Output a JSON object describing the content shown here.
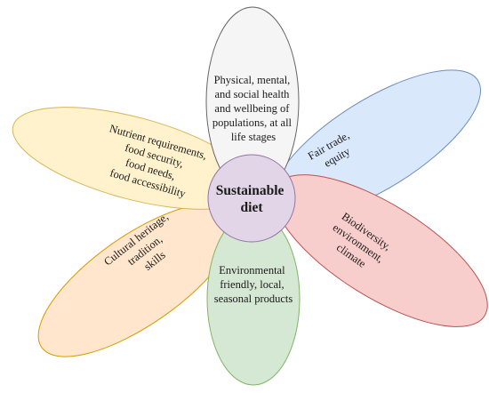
{
  "center": {
    "lines": [
      "Sustainable",
      "diet"
    ],
    "fill": "#e1d5e7",
    "stroke": "#9673a6"
  },
  "petals": [
    {
      "id": "health",
      "lines": [
        "Physical, mental,",
        "and social health",
        "and wellbeing of",
        "populations, at all",
        "life stages"
      ],
      "fill": "#f5f5f5",
      "stroke": "#666666"
    },
    {
      "id": "fair-trade",
      "lines": [
        "Fair trade,",
        "equity"
      ],
      "fill": "#dae8fc",
      "stroke": "#6c8ebf"
    },
    {
      "id": "biodiversity",
      "lines": [
        "Biodiversity,",
        "environment,",
        "climate"
      ],
      "fill": "#f8cecc",
      "stroke": "#b85450"
    },
    {
      "id": "environmental",
      "lines": [
        "Environmental",
        "friendly, local,",
        "seasonal products"
      ],
      "fill": "#d5e8d4",
      "stroke": "#82b366"
    },
    {
      "id": "cultural",
      "lines": [
        "Cultural heritage,",
        "tradition,",
        "skills"
      ],
      "fill": "#ffe6cc",
      "stroke": "#d79b00"
    },
    {
      "id": "nutrient",
      "lines": [
        "Nutrient requirements,",
        "food security,",
        "food needs,",
        "food accessibility"
      ],
      "fill": "#fff2cc",
      "stroke": "#d6b656"
    }
  ]
}
